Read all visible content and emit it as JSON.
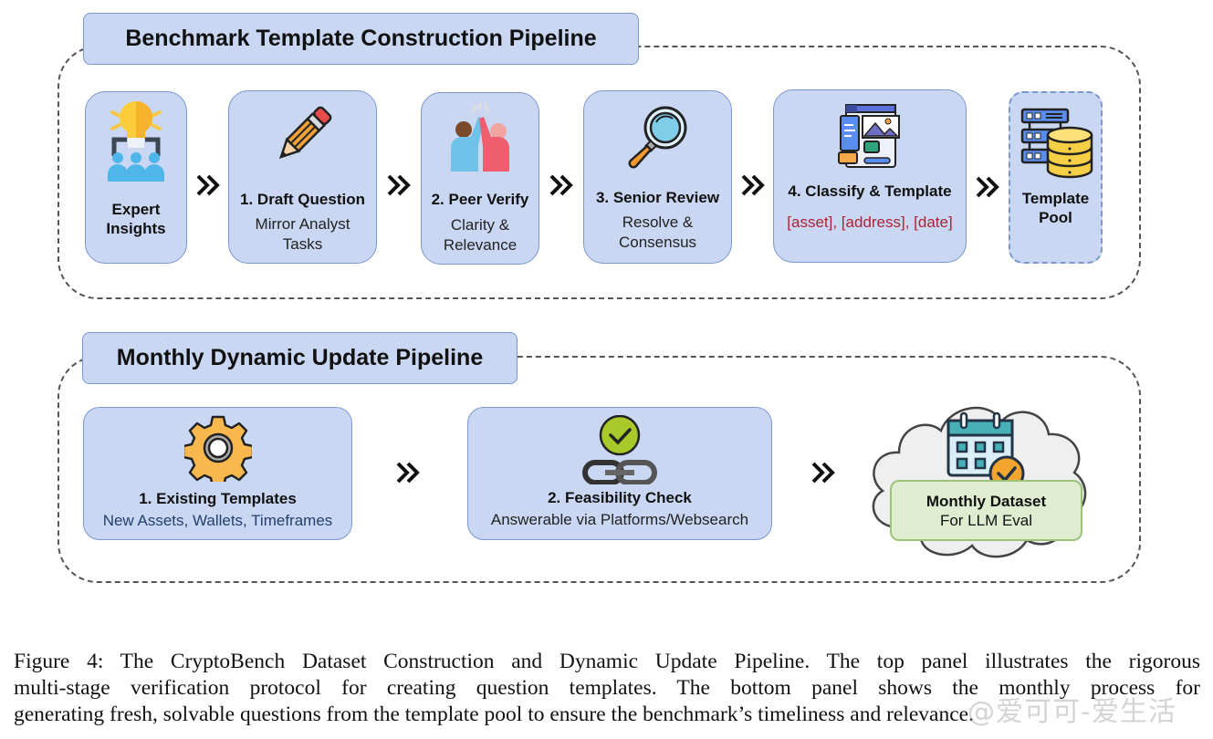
{
  "top_panel": {
    "title": "Benchmark Template Construction Pipeline",
    "steps": [
      {
        "title": "Expert",
        "title2": "Insights",
        "icon": "lightbulb-team-icon"
      },
      {
        "title": "1. Draft Question",
        "sub": "Mirror Analyst",
        "sub2": "Tasks",
        "icon": "pencil-icon"
      },
      {
        "title": "2. Peer Verify",
        "sub": "Clarity &",
        "sub2": "Relevance",
        "icon": "high-five-icon"
      },
      {
        "title": "3. Senior Review",
        "sub": "Resolve &",
        "sub2": "Consensus",
        "icon": "magnifier-icon"
      },
      {
        "title": "4. Classify & Template",
        "sub": "[asset], [address], [date]",
        "icon": "template-layout-icon"
      },
      {
        "title": "Template",
        "title2": "Pool",
        "icon": "database-server-icon"
      }
    ]
  },
  "bottom_panel": {
    "title": "Monthly Dynamic Update Pipeline",
    "steps": [
      {
        "title": "1. Existing Templates",
        "sub": "New Assets, Wallets, Timeframes",
        "icon": "gear-icon"
      },
      {
        "title": "2. Feasibility Check",
        "sub": "Answerable via Platforms/Websearch",
        "icon": "check-chain-icon"
      },
      {
        "title": "Monthly Dataset",
        "sub": "For LLM Eval",
        "icon": "calendar-check-icon"
      }
    ]
  },
  "caption": {
    "line1": "Figure 4: The CryptoBench Dataset Construction and Dynamic Update Pipeline. The top panel illustrates the rigorous",
    "line2": "multi-stage verification protocol for creating question templates. The bottom panel shows the monthly process for",
    "line3": "generating fresh, solvable questions from the template pool to ensure the benchmark’s timeliness and relevance."
  },
  "watermark": "@爱可可-爱生活",
  "colors": {
    "card_fill": "#c9d7f2",
    "card_border": "#7b97cf",
    "panel_dash": "#555555",
    "placeholder_red": "#b22234",
    "sub_blue": "#24406e",
    "dataset_fill": "#dfeccf"
  }
}
